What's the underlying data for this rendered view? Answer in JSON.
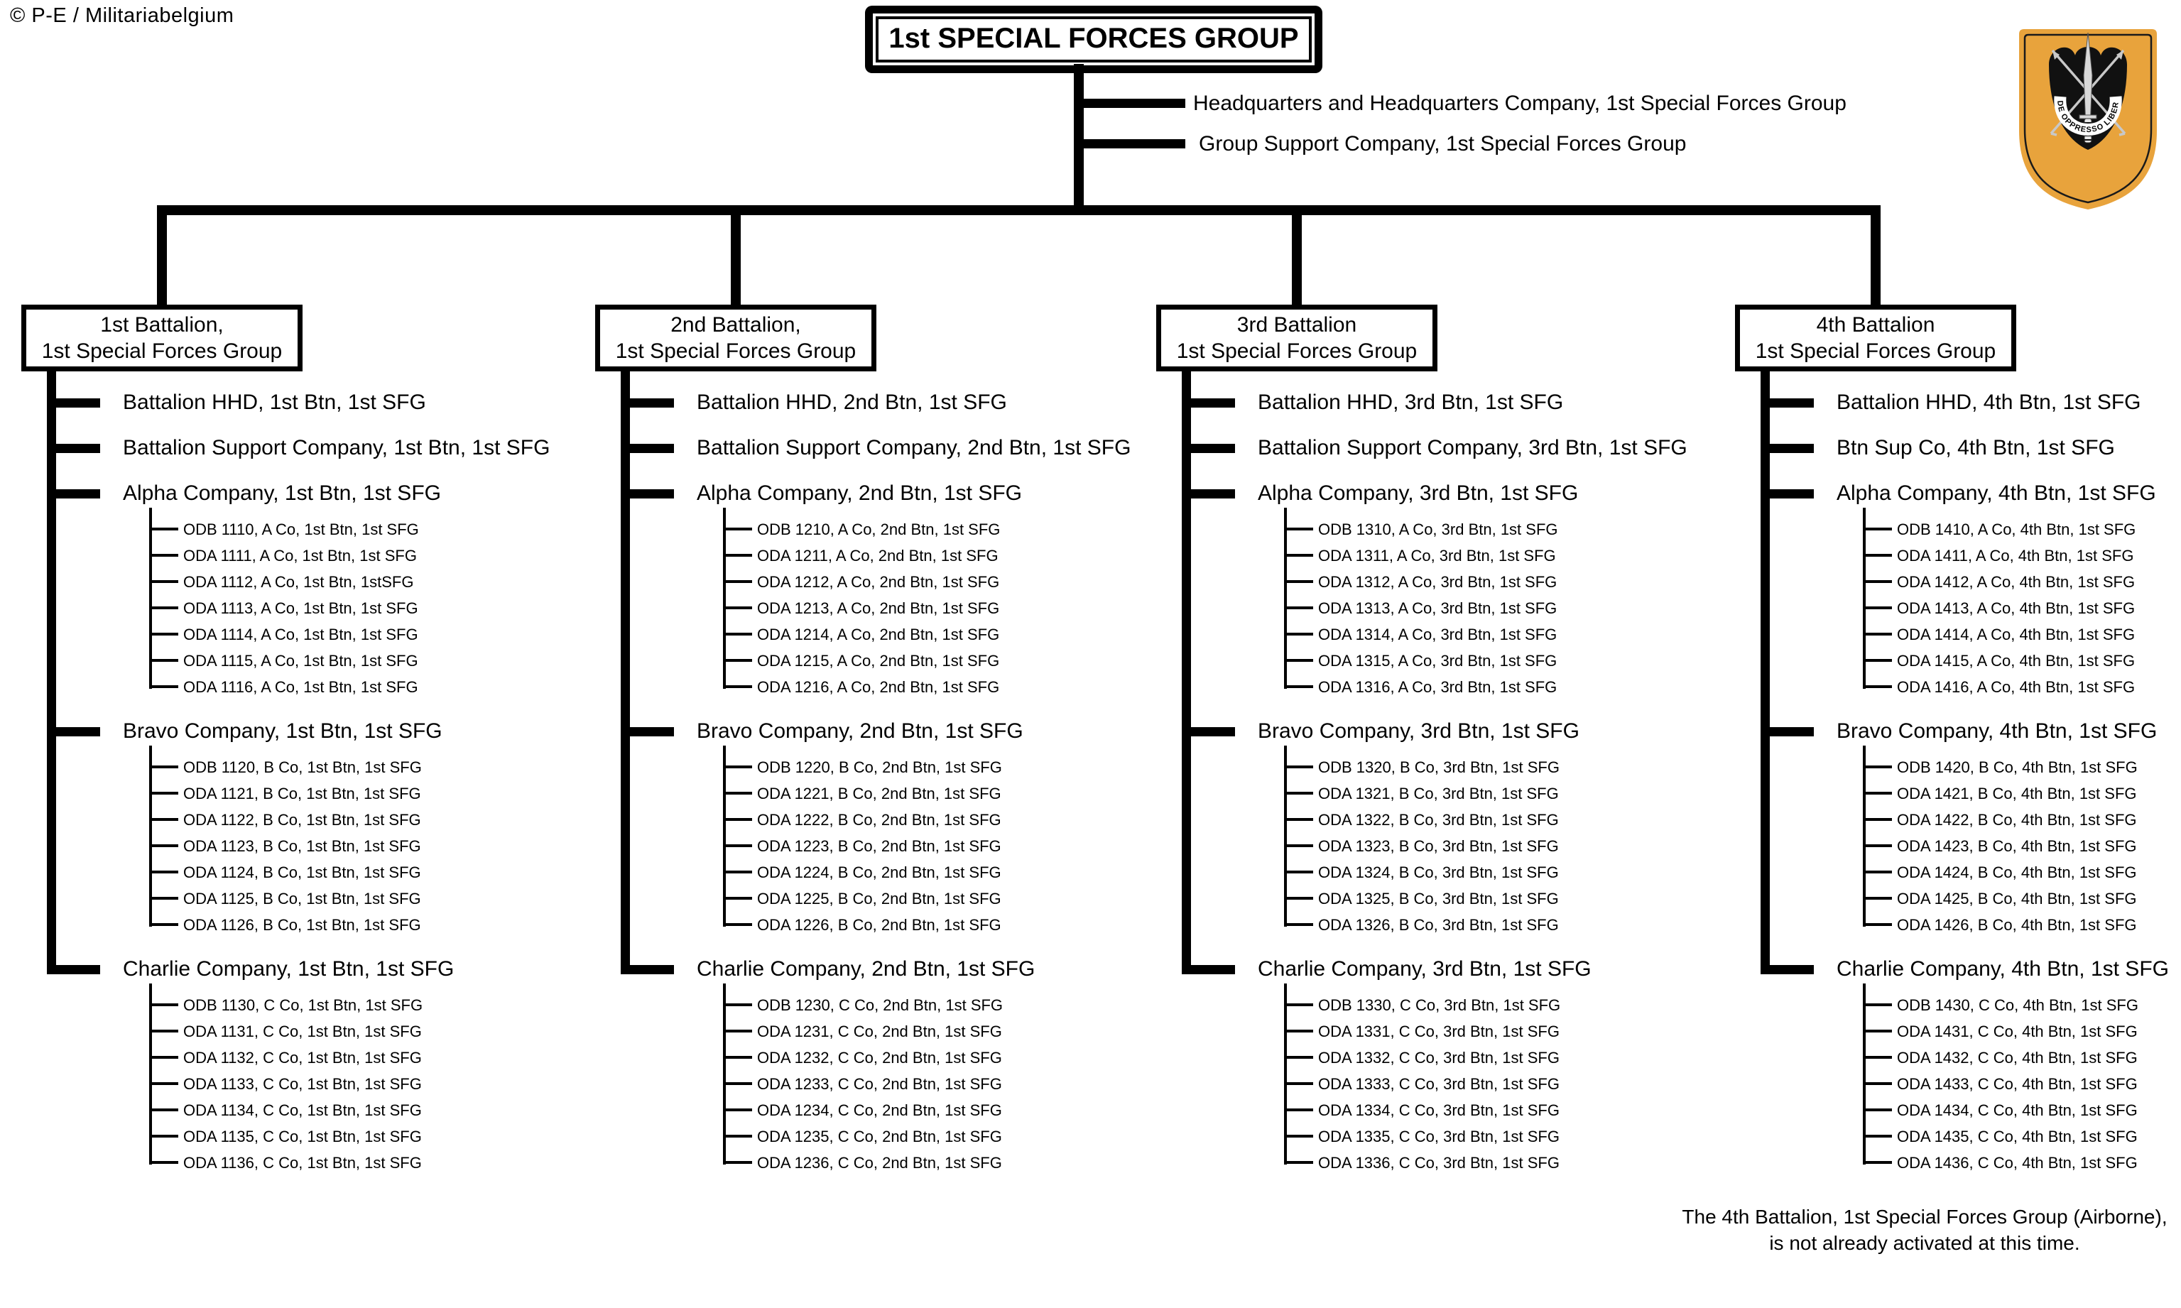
{
  "copyright": "© P-E / Militariabelgium",
  "header": {
    "title": "1st SPECIAL FORCES GROUP"
  },
  "group_units": [
    "Headquarters and Headquarters Company,  1st Special Forces Group",
    "Group Support Company,  1st Special Forces Group"
  ],
  "insignia": {
    "motto": "DE OPPRESSO LIBER",
    "flash_color": "#E8A33C"
  },
  "footnote": {
    "line1": "The 4th Battalion, 1st Special Forces Group (Airborne),",
    "line2": "is not already activated at this time."
  },
  "battalions": [
    {
      "box_lines": [
        "1st Battalion,",
        "1st Special Forces Group"
      ],
      "units": [
        {
          "label": "Battalion HHD,  1st Btn, 1st SFG"
        },
        {
          "label": "Battalion  Support Company, 1st Btn,  1st SFG"
        },
        {
          "label": "Alpha Company, 1st Btn,  1st SFG",
          "detachments": [
            "ODB 1110, A Co, 1st Btn,  1st SFG",
            "ODA 1111, A Co, 1st Btn,  1st SFG",
            "ODA 1112, A Co, 1st Btn,  1stSFG",
            "ODA 1113, A Co, 1st Btn,  1st SFG",
            "ODA 1114, A Co, 1st Btn,  1st SFG",
            "ODA 1115, A Co, 1st Btn,  1st SFG",
            "ODA 1116, A Co, 1st Btn,  1st SFG"
          ]
        },
        {
          "label": "Bravo Company, 1st Btn, 1st SFG",
          "detachments": [
            "ODB 1120, B Co, 1st Btn,  1st SFG",
            "ODA 1121, B Co, 1st Btn,  1st SFG",
            "ODA 1122, B Co, 1st Btn,  1st SFG",
            "ODA 1123, B Co, 1st Btn,  1st SFG",
            "ODA 1124, B Co, 1st Btn,  1st SFG",
            "ODA 1125, B Co, 1st Btn,  1st SFG",
            "ODA 1126, B Co, 1st Btn,  1st SFG"
          ]
        },
        {
          "label": "Charlie Company, 1st Btn,  1st SFG",
          "detachments": [
            "ODB 1130, C Co, 1st Btn,  1st SFG",
            "ODA 1131, C Co, 1st Btn,  1st SFG",
            "ODA 1132, C Co, 1st Btn,  1st SFG",
            "ODA 1133, C Co, 1st Btn,  1st SFG",
            "ODA 1134, C Co, 1st Btn,  1st SFG",
            "ODA 1135, C Co, 1st Btn,  1st SFG",
            "ODA 1136, C Co, 1st Btn,  1st SFG"
          ]
        }
      ]
    },
    {
      "box_lines": [
        "2nd Battalion,",
        "1st Special Forces Group"
      ],
      "units": [
        {
          "label": "Battalion HHD,  2nd Btn, 1st SFG"
        },
        {
          "label": "Battalion  Support Company, 2nd Btn,  1st SFG"
        },
        {
          "label": "Alpha Company, 2nd Btn,  1st SFG",
          "detachments": [
            "ODB 1210, A Co, 2nd Btn,  1st  SFG",
            "ODA 1211, A Co, 2nd Btn,  1st  SFG",
            "ODA 1212, A Co, 2nd Btn,  1st SFG",
            "ODA 1213, A Co, 2nd Btn,  1st SFG",
            "ODA 1214, A Co, 2nd Btn,  1st SFG",
            "ODA 1215, A Co, 2nd Btn,  1st SFG",
            "ODA 1216, A Co, 2nd Btn,  1st SFG"
          ]
        },
        {
          "label": "Bravo Company, 2nd Btn,  1st SFG",
          "detachments": [
            "ODB 1220, B Co, 2nd Btn,  1st  SFG",
            "ODA 1221, B Co, 2nd Btn,  1st SFG",
            "ODA 1222, B Co, 2nd Btn,  1st SFG",
            "ODA 1223, B Co, 2nd Btn,  1st SFG",
            "ODA 1224, B Co, 2nd Btn,  1st SFG",
            "ODA 1225, B Co, 2nd Btn,  1st SFG",
            "ODA 1226, B Co, 2nd Btn,  1st SFG"
          ]
        },
        {
          "label": "Charlie Company, 2nd Btn, 1st SFG",
          "detachments": [
            "ODB 1230, C Co, 2nd Btn,  1st SFG",
            "ODA 1231, C Co, 2nd Btn,  1st SFG",
            "ODA 1232, C Co, 2nd Btn,  1st SFG",
            "ODA 1233, C Co, 2nd Btn,  1st SFG",
            "ODA 1234, C Co, 2nd Btn,  1st SFG",
            "ODA 1235, C Co, 2nd Btn,  1st SFG",
            "ODA 1236, C Co, 2nd Btn,  1st SFG"
          ]
        }
      ]
    },
    {
      "box_lines": [
        "3rd Battalion",
        "1st Special Forces Group"
      ],
      "units": [
        {
          "label": "Battalion HHD,  3rd Btn, 1st SFG"
        },
        {
          "label": "Battalion  Support Company, 3rd Btn,  1st SFG"
        },
        {
          "label": "Alpha Company, 3rd Btn,  1st SFG",
          "detachments": [
            "ODB 1310, A Co, 3rd Btn,  1st SFG",
            "ODA 1311, A Co, 3rd Btn,  1st SFG",
            "ODA 1312, A Co, 3rd Btn,  1st SFG",
            "ODA 1313, A Co, 3rd Btn,  1st SFG",
            "ODA 1314, A Co, 3rd Btn,  1st SFG",
            "ODA 1315, A Co, 3rd Btn,  1st SFG",
            "ODA 1316, A Co, 3rd Btn,  1st SFG"
          ]
        },
        {
          "label": "Bravo Company, 3rd Btn, 1st SFG",
          "detachments": [
            "ODB 1320, B Co, 3rd Btn,  1st SFG",
            "ODA 1321, B Co, 3rd Btn,  1st SFG",
            "ODA 1322, B Co, 3rd Btn,  1st SFG",
            "ODA 1323, B Co, 3rd Btn,  1st SFG",
            "ODA 1324, B Co, 3rd Btn,  1st SFG",
            "ODA 1325, B Co, 3rd Btn,  1st SFG",
            "ODA 1326, B Co, 3rd Btn,  1st SFG"
          ]
        },
        {
          "label": "Charlie Company, 3rd Btn,  1st SFG",
          "detachments": [
            "ODB 1330, C Co, 3rd Btn,  1st SFG",
            "ODA 1331, C Co, 3rd Btn,  1st SFG",
            "ODA 1332, C Co, 3rd Btn,  1st SFG",
            "ODA 1333, C Co, 3rd Btn,  1st SFG",
            "ODA 1334, C Co, 3rd Btn,  1st SFG",
            "ODA 1335, C Co, 3rd Btn,  1st SFG",
            "ODA 1336, C Co, 3rd Btn,  1st SFG"
          ]
        }
      ]
    },
    {
      "box_lines": [
        "4th Battalion",
        "1st Special Forces Group"
      ],
      "units": [
        {
          "label": "Battalion HHD,  4th Btn, 1st SFG"
        },
        {
          "label": "Btn  Sup Co, 4th Btn,  1st SFG"
        },
        {
          "label": "Alpha Company, 4th Btn,  1st SFG",
          "detachments": [
            "ODB 1410, A Co, 4th Btn,  1st SFG",
            "ODA 1411, A Co, 4th Btn,  1st SFG",
            "ODA 1412, A Co, 4th Btn,  1st SFG",
            "ODA 1413, A Co, 4th Btn,  1st SFG",
            "ODA 1414, A Co, 4th Btn,  1st SFG",
            "ODA 1415, A Co, 4th Btn,  1st SFG",
            "ODA 1416, A Co, 4th Btn,  1st SFG"
          ]
        },
        {
          "label": "Bravo Company, 4th Btn,  1st SFG",
          "detachments": [
            "ODB 1420, B Co, 4th Btn,  1st SFG",
            "ODA 1421, B Co, 4th Btn,  1st SFG",
            "ODA 1422, B Co, 4th Btn,  1st SFG",
            "ODA 1423, B Co, 4th Btn,  1st SFG",
            "ODA 1424, B Co, 4th Btn,  1st SFG",
            "ODA 1425, B Co, 4th Btn,  1st SFG",
            "ODA 1426, B Co, 4th Btn,  1st SFG"
          ]
        },
        {
          "label": "Charlie Company, 4th Btn,  1st SFG",
          "detachments": [
            "ODB 1430, C Co, 4th Btn,  1st SFG",
            "ODA 1431, C Co, 4th Btn,  1st SFG",
            "ODA 1432, C Co, 4th Btn,  1st SFG",
            "ODA 1433, C Co, 4th Btn,  1st SFG",
            "ODA 1434, C Co, 4th Btn,  1st SFG",
            "ODA 1435, C Co, 4th Btn,  1st SFG",
            "ODA 1436, C Co, 4th Btn,  1st SFG"
          ]
        }
      ]
    }
  ]
}
